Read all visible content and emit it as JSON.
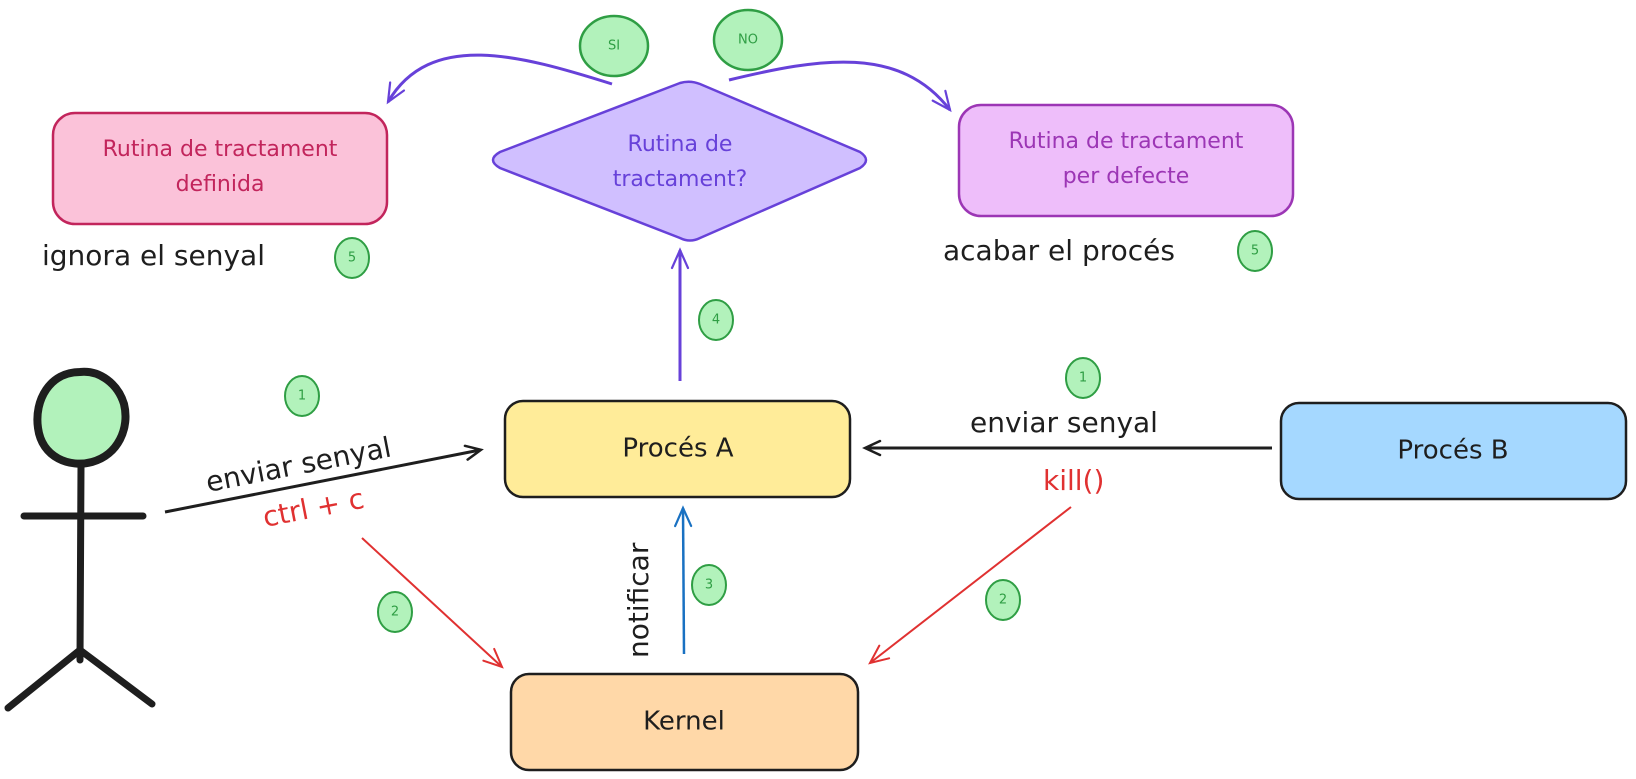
{
  "colors": {
    "stroke_dark": "#1e1e1e",
    "badge_fill": "#b2f2bb",
    "badge_stroke": "#2f9e44",
    "red": "#e03131",
    "violet": "#6741d9",
    "blue": "#1971c2",
    "pink_fill": "#fbc2d9",
    "pink_stroke": "#c2255c",
    "violet_fill": "#d0bfff",
    "grape_fill": "#eebefa",
    "grape_stroke": "#9c36b5",
    "yellow_fill": "#ffec99",
    "blue_fill": "#a5d8ff",
    "orange_fill": "#ffd8a8",
    "actor_head_fill": "#b2f2bb"
  },
  "nodes": {
    "process_a": "Procés A",
    "process_b": "Procés B",
    "kernel": "Kernel",
    "decision": [
      "Rutina de",
      "tractament?"
    ],
    "defined_routine": [
      "Rutina de tractament",
      "definida"
    ],
    "default_routine": [
      "Rutina de tractament",
      "per defecte"
    ]
  },
  "edges": {
    "user_send_signal": "enviar senyal",
    "user_shortcut": "ctrl + c",
    "procb_send_signal": "enviar senyal",
    "procb_call": "kill()",
    "notify": "notificar"
  },
  "annotations": {
    "ignore_signal": "ignora el senyal",
    "end_process": "acabar el procés"
  },
  "badges": {
    "yes": "SI",
    "no": "NO",
    "step1_user": "1",
    "step1_procb": "1",
    "step2_user": "2",
    "step2_procb": "2",
    "step3": "3",
    "step4": "4",
    "step5_ignore": "5",
    "step5_end": "5"
  }
}
